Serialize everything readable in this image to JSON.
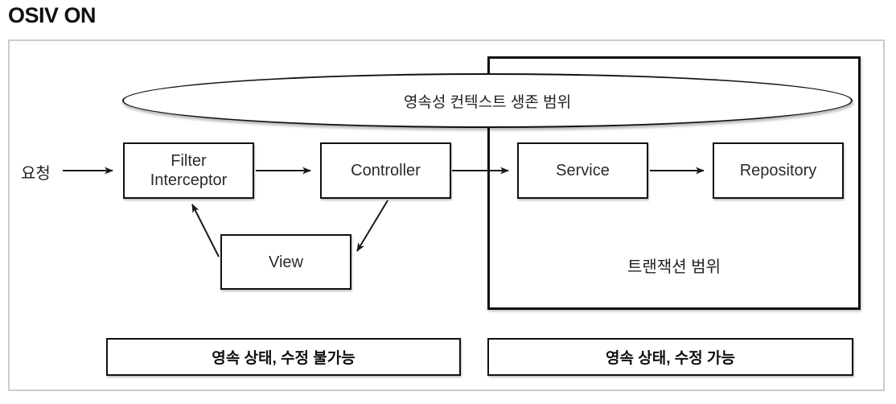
{
  "title": "OSIV ON",
  "diagram": {
    "ellipse_label": "영속성 컨텍스트 생존 범위",
    "request_label": "요청",
    "boxes": {
      "filter_line1": "Filter",
      "filter_line2": "Interceptor",
      "controller": "Controller",
      "service": "Service",
      "repository": "Repository",
      "view": "View"
    },
    "transaction_label": "트랜잭션 범위",
    "footers": {
      "left": "영속 상태, 수정 불가능",
      "right": "영속 상태, 수정 가능"
    },
    "colors": {
      "stroke": "#1a1a1a",
      "frame_border": "#cccccc",
      "background": "#ffffff"
    }
  }
}
